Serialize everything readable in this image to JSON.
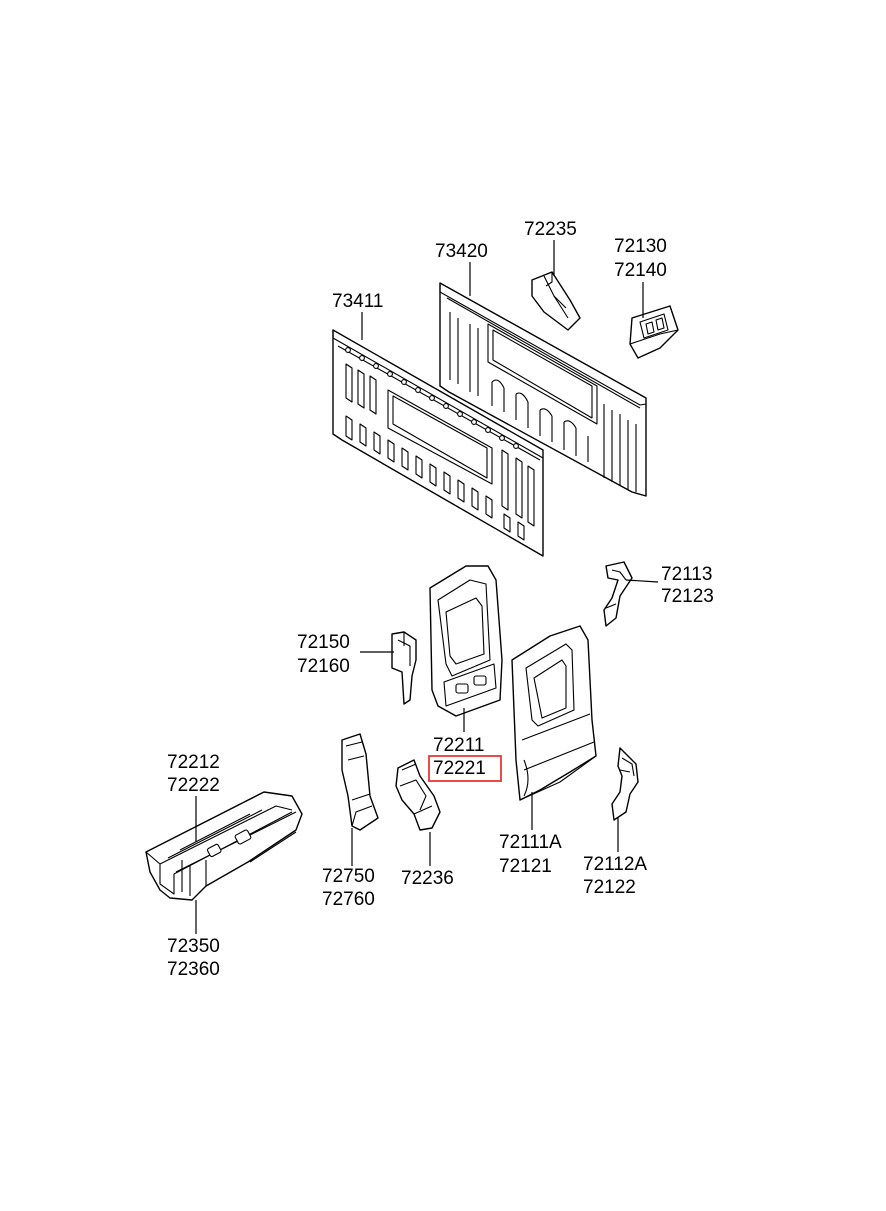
{
  "highlight_color": "#e53935",
  "highlighted_part": "72221",
  "labels": {
    "p73420": "73420",
    "p72235": "72235",
    "p72130": "72130",
    "p72140": "72140",
    "p73411": "73411",
    "p72113": "72113",
    "p72123": "72123",
    "p72150": "72150",
    "p72160": "72160",
    "p72211": "72211",
    "p72221": "72221",
    "p72212": "72212",
    "p72222": "72222",
    "p72750": "72750",
    "p72760": "72760",
    "p72236": "72236",
    "p72111A": "72111A",
    "p72121": "72121",
    "p72112A": "72112A",
    "p72122": "72122",
    "p72350": "72350",
    "p72360": "72360"
  }
}
